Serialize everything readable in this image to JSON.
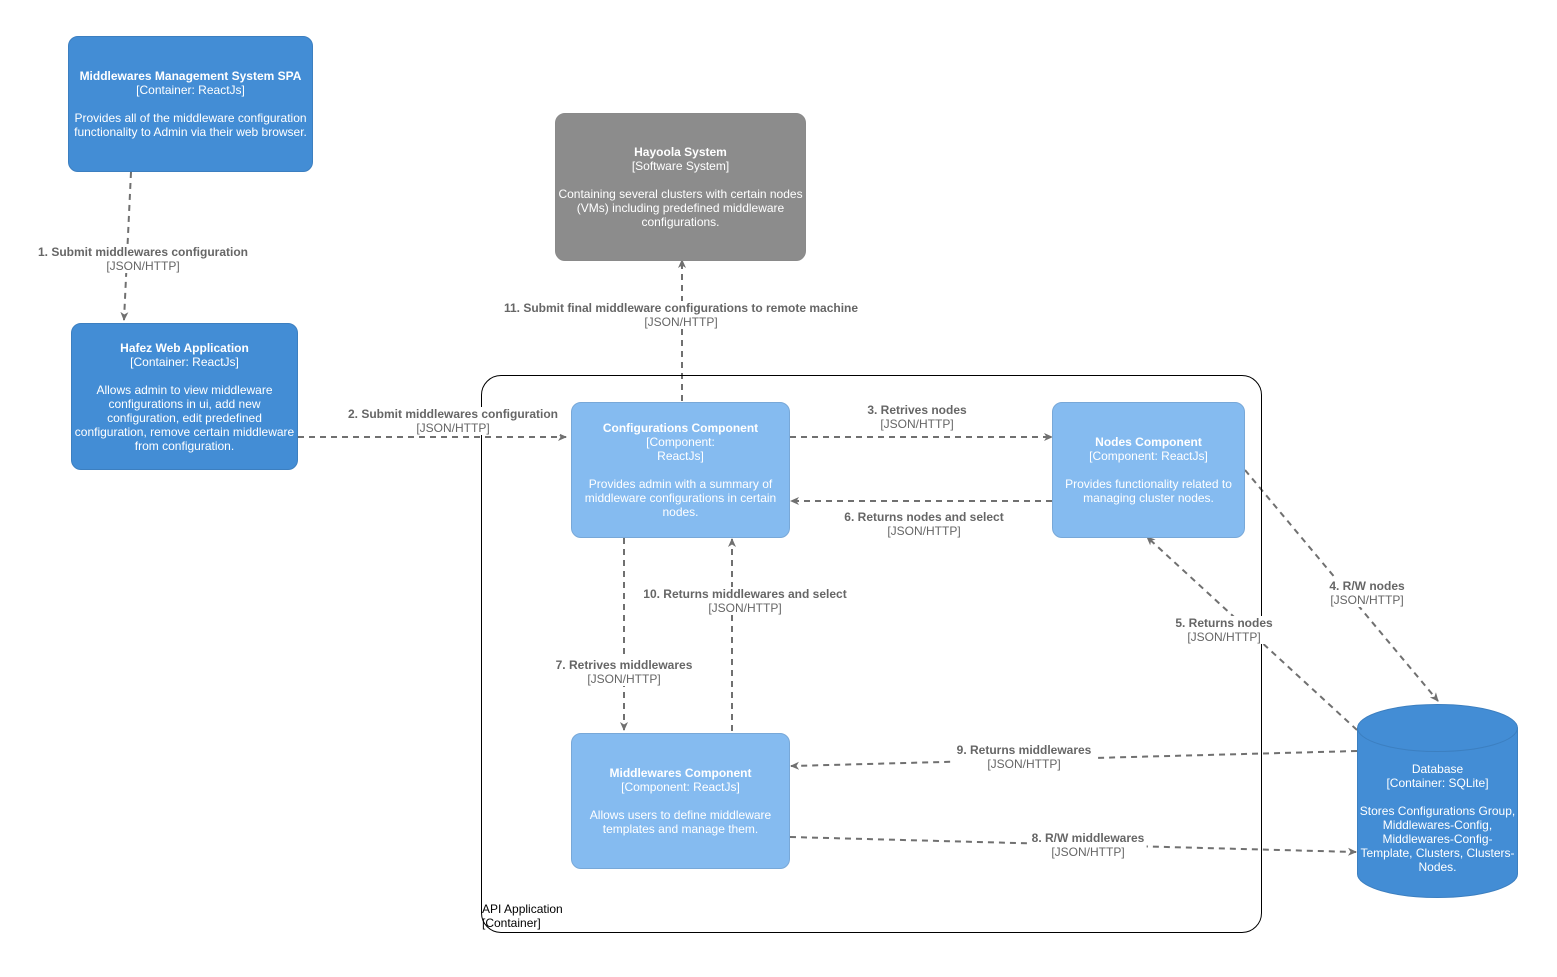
{
  "nodes": {
    "spa": {
      "title": "Middlewares Management System SPA",
      "type": "[Container: ReactJs]",
      "desc": "Provides all of the middleware configuration functionality to Admin via their web browser."
    },
    "hayoola": {
      "title": "Hayoola System",
      "type": "[Software System]",
      "desc": "Containing several clusters with certain nodes (VMs) including predefined middleware configurations."
    },
    "hafez": {
      "title": "Hafez Web Application",
      "type": "[Container: ReactJs]",
      "desc": "Allows admin to view middleware configurations in ui, add new configuration, edit predefined configuration, remove certain middleware from configuration."
    },
    "configurations": {
      "title": "Configurations Component",
      "type": "[Component: ReactJs]",
      "desc": "Provides admin with a summary of middleware configurations in certain nodes."
    },
    "nodes": {
      "title": "Nodes Component",
      "type": "[Component: ReactJs]",
      "desc": "Provides functionality related to managing cluster nodes."
    },
    "middlewares": {
      "title": "Middlewares Component",
      "type": "[Component: ReactJs]",
      "desc": "Allows users to define middleware templates and manage them."
    },
    "database": {
      "title": "Database",
      "type": "[Container: SQLite]",
      "desc": "Stores Configurations Group, Middlewares-Config, Middlewares-Config-Template, Clusters, Clusters-Nodes."
    }
  },
  "boundary": {
    "name": "API Application",
    "type": "[Container]"
  },
  "edges": {
    "e1": {
      "label": "1. Submit middlewares configuration",
      "tech": "[JSON/HTTP]"
    },
    "e2": {
      "label": "2. Submit middlewares configuration",
      "tech": "[JSON/HTTP]"
    },
    "e3": {
      "label": "3. Retrives nodes",
      "tech": "[JSON/HTTP]"
    },
    "e4": {
      "label": "4. R/W nodes",
      "tech": "[JSON/HTTP]"
    },
    "e5": {
      "label": "5. Returns nodes",
      "tech": "[JSON/HTTP]"
    },
    "e6": {
      "label": "6. Returns nodes and select",
      "tech": "[JSON/HTTP]"
    },
    "e7": {
      "label": "7. Retrives middlewares",
      "tech": "[JSON/HTTP]"
    },
    "e8": {
      "label": "8. R/W middlewares",
      "tech": "[JSON/HTTP]"
    },
    "e9": {
      "label": "9. Returns middlewares",
      "tech": "[JSON/HTTP]"
    },
    "e10": {
      "label": "10. Returns middlewares and select",
      "tech": "[JSON/HTTP]"
    },
    "e11": {
      "label": "11. Submit final middleware configurations to remote machine",
      "tech": "[JSON/HTTP]"
    }
  },
  "colors": {
    "container": "#438dd5",
    "component": "#85bbf0",
    "external": "#8c8c8c",
    "edge": "#707070"
  }
}
